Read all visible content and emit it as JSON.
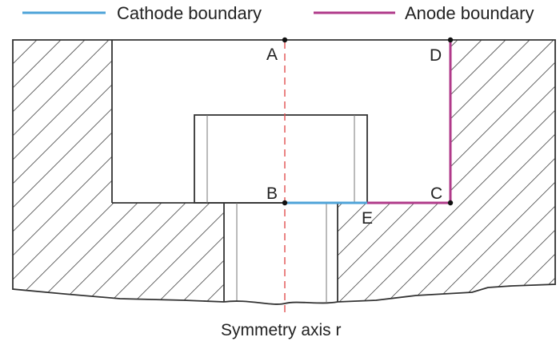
{
  "legend": {
    "cathode_label": "Cathode boundary",
    "anode_label": "Anode boundary"
  },
  "points": {
    "a": "A",
    "b": "B",
    "c": "C",
    "d": "D",
    "e": "E"
  },
  "axis_label": "Symmetry axis r",
  "colors": {
    "cathode": "#4ea3d8",
    "anode": "#b03a8a",
    "axis": "#e05050",
    "outline": "#333333"
  }
}
